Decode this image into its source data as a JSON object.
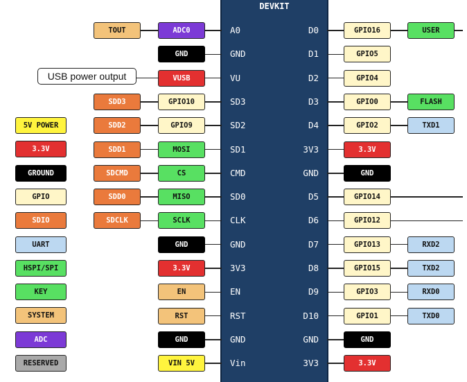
{
  "board": {
    "title": "DEVKIT"
  },
  "callout": "USB power output",
  "colors": {
    "tan": "#f3c37a",
    "purple": "#7c3ad6",
    "black": "#000000",
    "red": "#e33030",
    "orange": "#ea7a3c",
    "yellowlight": "#fff6c8",
    "green": "#58e062",
    "blue": "#bcd8f1",
    "yellow": "#fff43e",
    "gray": "#a9a9a9",
    "white": "#ffffff"
  },
  "left_pins": [
    "A0",
    "GND",
    "VU",
    "SD3",
    "SD2",
    "SD1",
    "CMD",
    "SD0",
    "CLK",
    "GND",
    "3V3",
    "EN",
    "RST",
    "GND",
    "Vin"
  ],
  "right_pins": [
    "D0",
    "D1",
    "D2",
    "D3",
    "D4",
    "3V3",
    "GND",
    "D5",
    "D6",
    "D7",
    "D8",
    "D9",
    "D10",
    "GND",
    "3V3"
  ],
  "left_inner": [
    {
      "label": "ADC0",
      "color": "purple"
    },
    {
      "label": "GND",
      "color": "black"
    },
    {
      "label": "VUSB",
      "color": "red"
    },
    {
      "label": "GPIO10",
      "color": "yellowlight"
    },
    {
      "label": "GPIO9",
      "color": "yellowlight"
    },
    {
      "label": "MOSI",
      "color": "green"
    },
    {
      "label": "CS",
      "color": "green"
    },
    {
      "label": "MISO",
      "color": "green"
    },
    {
      "label": "SCLK",
      "color": "green"
    },
    {
      "label": "GND",
      "color": "black"
    },
    {
      "label": "3.3V",
      "color": "red"
    },
    {
      "label": "EN",
      "color": "tan"
    },
    {
      "label": "RST",
      "color": "tan"
    },
    {
      "label": "GND",
      "color": "black"
    },
    {
      "label": "VIN 5V",
      "color": "yellow"
    }
  ],
  "left_outer": [
    {
      "row": 0,
      "label": "TOUT",
      "color": "tan"
    },
    {
      "row": 3,
      "label": "SDD3",
      "color": "orange"
    },
    {
      "row": 4,
      "label": "SDD2",
      "color": "orange"
    },
    {
      "row": 5,
      "label": "SDD1",
      "color": "orange"
    },
    {
      "row": 6,
      "label": "SDCMD",
      "color": "orange"
    },
    {
      "row": 7,
      "label": "SDD0",
      "color": "orange"
    },
    {
      "row": 8,
      "label": "SDCLK",
      "color": "orange"
    }
  ],
  "right_inner": [
    {
      "label": "GPIO16",
      "color": "yellowlight"
    },
    {
      "label": "GPIO5",
      "color": "yellowlight"
    },
    {
      "label": "GPIO4",
      "color": "yellowlight"
    },
    {
      "label": "GPIO0",
      "color": "yellowlight"
    },
    {
      "label": "GPIO2",
      "color": "yellowlight"
    },
    {
      "label": "3.3V",
      "color": "red"
    },
    {
      "label": "GND",
      "color": "black"
    },
    {
      "label": "GPIO14",
      "color": "yellowlight"
    },
    {
      "label": "GPIO12",
      "color": "yellowlight"
    },
    {
      "label": "GPIO13",
      "color": "yellowlight"
    },
    {
      "label": "GPIO15",
      "color": "yellowlight"
    },
    {
      "label": "GPIO3",
      "color": "yellowlight"
    },
    {
      "label": "GPIO1",
      "color": "yellowlight"
    },
    {
      "label": "GND",
      "color": "black"
    },
    {
      "label": "3.3V",
      "color": "red"
    }
  ],
  "right_outer": [
    {
      "row": 0,
      "label": "USER",
      "color": "green"
    },
    {
      "row": 3,
      "label": "FLASH",
      "color": "green"
    },
    {
      "row": 4,
      "label": "TXD1",
      "color": "blue"
    },
    {
      "row": 9,
      "label": "RXD2",
      "color": "blue"
    },
    {
      "row": 10,
      "label": "TXD2",
      "color": "blue"
    },
    {
      "row": 11,
      "label": "RXD0",
      "color": "blue"
    },
    {
      "row": 12,
      "label": "TXD0",
      "color": "blue"
    }
  ],
  "right_edge_lines": [
    0,
    7,
    8
  ],
  "legend": [
    {
      "label": "5V POWER",
      "color": "yellow"
    },
    {
      "label": "3.3V",
      "color": "red"
    },
    {
      "label": "GROUND",
      "color": "black"
    },
    {
      "label": "GPIO",
      "color": "yellowlight"
    },
    {
      "label": "SDIO",
      "color": "orange"
    },
    {
      "label": "UART",
      "color": "blue"
    },
    {
      "label": "HSPI/SPI",
      "color": "green"
    },
    {
      "label": "KEY",
      "color": "green"
    },
    {
      "label": "SYSTEM",
      "color": "tan"
    },
    {
      "label": "ADC",
      "color": "purple"
    },
    {
      "label": "RESERVED",
      "color": "gray"
    }
  ]
}
